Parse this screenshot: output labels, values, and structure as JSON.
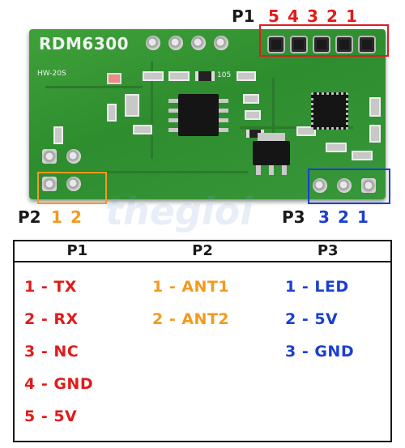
{
  "labels": {
    "p1": "P1",
    "p2": "P2",
    "p3": "P3",
    "p1_pins": [
      "5",
      "4",
      "3",
      "2",
      "1"
    ],
    "p2_pins": [
      "1",
      "2"
    ],
    "p3_pins": [
      "3",
      "2",
      "1"
    ]
  },
  "board": {
    "model": "RDM6300",
    "revision": "HW-20S",
    "chip_label": "105",
    "watermark": "thegioi"
  },
  "table": {
    "headers": [
      "P1",
      "P2",
      "P3"
    ],
    "p1": [
      "1 - TX",
      "2 - RX",
      "3 - NC",
      "4 - GND",
      "5 - 5V"
    ],
    "p2": [
      "1 - ANT1",
      "2 - ANT2"
    ],
    "p3": [
      "1 - LED",
      "2 - 5V",
      "3 - GND"
    ]
  },
  "colors": {
    "p1": "#e11b1b",
    "p2": "#f39a1e",
    "p3": "#1b3fd1",
    "pcb": "#339633"
  }
}
